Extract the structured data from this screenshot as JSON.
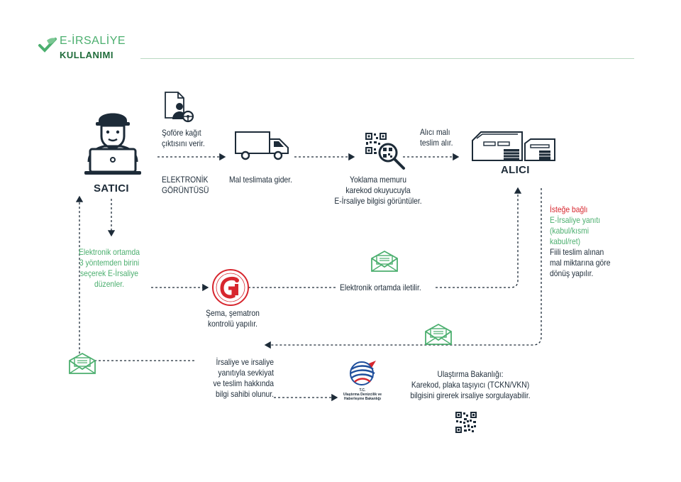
{
  "header": {
    "title_line1": "E-İRSALİYE",
    "title_line2": "KULLANIMI"
  },
  "nodes": {
    "satici": "SATICI",
    "alici": "ALICI"
  },
  "labels": {
    "sofore": [
      "Şoföre kağıt",
      "çıktısını verir."
    ],
    "elektronik_goruntusu": [
      "ELEKTRONİK",
      "GÖRÜNTÜSÜ"
    ],
    "mal_teslimata": "Mal teslimata gider.",
    "yoklama": [
      "Yoklama memuru",
      "karekod okuyucuyla",
      "E-İrsaliye bilgisi görüntüler."
    ],
    "alici_mali": [
      "Alıcı malı",
      "teslim alır."
    ],
    "elektronik_ortamda_duzenler": [
      "Elektronik ortamda",
      "3 yöntemden birini",
      "seçerek E-İrsaliye",
      "düzenler."
    ],
    "sema": [
      "Şema, şematron",
      "kontrolü yapılır."
    ],
    "iletilir": "Elektronik ortamda iletilir.",
    "istege_bagli": "İsteğe bağlı",
    "yanit": [
      "E-İrsaliye yanıtı",
      "(kabul/kısmi",
      "kabul/ret)"
    ],
    "fiili": [
      "Fiili teslim alınan",
      "mal miktarına göre",
      "dönüş yapılır."
    ],
    "irsaliye_yanit": [
      "İrsaliye ve irsaliye",
      "yanıtıyla sevkiyat",
      "ve teslim hakkında",
      "bilgi sahibi olunur."
    ],
    "ulastirma": [
      "Ulaştırma Bakanlığı:",
      "Karekod, plaka taşıyıcı (TCKN/VKN)",
      "bilgisini girerek irsaliye sorgulayabilir."
    ],
    "bakanlik_logo": [
      "T.C.",
      "Ulaştırma Denizcilik ve",
      "Haberleşme Bakanlığı"
    ]
  },
  "colors": {
    "green": "#4caf6f",
    "dark_green": "#1f6c3a",
    "navy": "#1d2b38",
    "red": "#d7262e",
    "line": "#b9d8c2"
  },
  "icons": [
    "check-leaf-icon",
    "seller-laptop-icon",
    "document-driver-icon",
    "truck-icon",
    "qr-scan-icon",
    "warehouse-icon",
    "gib-logo-icon",
    "envelope-icon",
    "ministry-logo-icon",
    "qr-code-icon"
  ]
}
